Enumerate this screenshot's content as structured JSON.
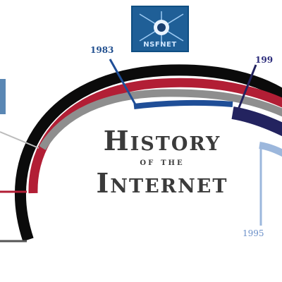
{
  "title": {
    "line1": "History",
    "line2": "of the",
    "line3": "Internet"
  },
  "logo": {
    "label": "NSFNET"
  },
  "years": {
    "y1983": "1983",
    "y199x": "199",
    "y1995": "1995"
  },
  "colors": {
    "outer_arc": "#0b0b0b",
    "band_red": "#b21e35",
    "band_gray": "#8e8e8e",
    "band_blue": "#1f4e97",
    "band_navy": "#23235f",
    "band_lightblue": "#9cb7dc",
    "text_dark": "#3b3b3b"
  }
}
